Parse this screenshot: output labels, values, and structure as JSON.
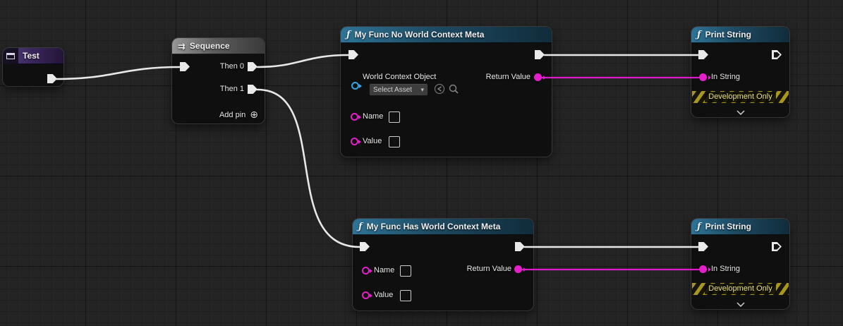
{
  "canvas": {
    "background": "#242424"
  },
  "colors": {
    "exec_wire": "#e8e8e8",
    "string_wire": "#dc1bc8",
    "string_pin": "#e51fc9",
    "object_pin": "#35a5e8",
    "function_header": "#2f7396",
    "banner_stripe": "#a8961f"
  },
  "icons": {
    "function_glyph": "ƒ",
    "sequence_glyph": "⇉",
    "add_pin_glyph": "⊕",
    "dropdown_chevron": "▾"
  },
  "nodes": {
    "test": {
      "title": "Test"
    },
    "sequence": {
      "title": "Sequence",
      "then0": "Then 0",
      "then1": "Then 1",
      "add_pin": "Add pin"
    },
    "func_no_world": {
      "title": "My Func No World Context Meta",
      "world_context": "World Context Object",
      "select_asset": "Select Asset",
      "return_value": "Return Value",
      "name": "Name",
      "value": "Value",
      "name_value": "",
      "value_value": ""
    },
    "func_has_world": {
      "title": "My Func Has World Context Meta",
      "return_value": "Return Value",
      "name": "Name",
      "value": "Value",
      "name_value": "",
      "value_value": ""
    },
    "print_top": {
      "title": "Print String",
      "in_string": "In String",
      "banner": "Development Only"
    },
    "print_bottom": {
      "title": "Print String",
      "in_string": "In String",
      "banner": "Development Only"
    }
  }
}
